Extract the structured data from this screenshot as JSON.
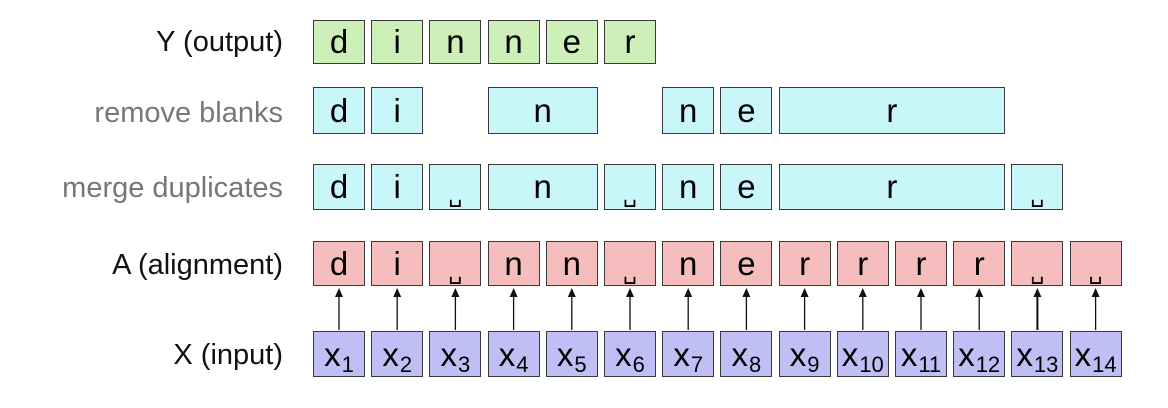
{
  "labels": {
    "output": "Y (output)",
    "remove": "remove blanks",
    "merge": "merge duplicates",
    "alignment": "A (alignment)",
    "input": "X (input)"
  },
  "blank_symbol": "␣",
  "output": [
    "d",
    "i",
    "n",
    "n",
    "e",
    "r"
  ],
  "remove_blanks": [
    "d",
    "i",
    "n",
    "n",
    "e",
    "r"
  ],
  "merge_duplicates": [
    "d",
    "i",
    "␣",
    "n",
    "␣",
    "n",
    "e",
    "r",
    "␣"
  ],
  "alignment": [
    "d",
    "i",
    "␣",
    "n",
    "n",
    "␣",
    "n",
    "e",
    "r",
    "r",
    "r",
    "r",
    "␣",
    "␣"
  ],
  "input": [
    {
      "base": "x",
      "sub": "1"
    },
    {
      "base": "x",
      "sub": "2"
    },
    {
      "base": "x",
      "sub": "3"
    },
    {
      "base": "x",
      "sub": "4"
    },
    {
      "base": "x",
      "sub": "5"
    },
    {
      "base": "x",
      "sub": "6"
    },
    {
      "base": "x",
      "sub": "7"
    },
    {
      "base": "x",
      "sub": "8"
    },
    {
      "base": "x",
      "sub": "9"
    },
    {
      "base": "x",
      "sub": "10"
    },
    {
      "base": "x",
      "sub": "11"
    },
    {
      "base": "x",
      "sub": "12"
    },
    {
      "base": "x",
      "sub": "13"
    },
    {
      "base": "x",
      "sub": "14"
    }
  ],
  "colors": {
    "output_fill": "#ccf0b8",
    "intermediate_fill": "#c9f6f8",
    "alignment_fill": "#f5bdbd",
    "input_fill": "#bfbff6"
  }
}
